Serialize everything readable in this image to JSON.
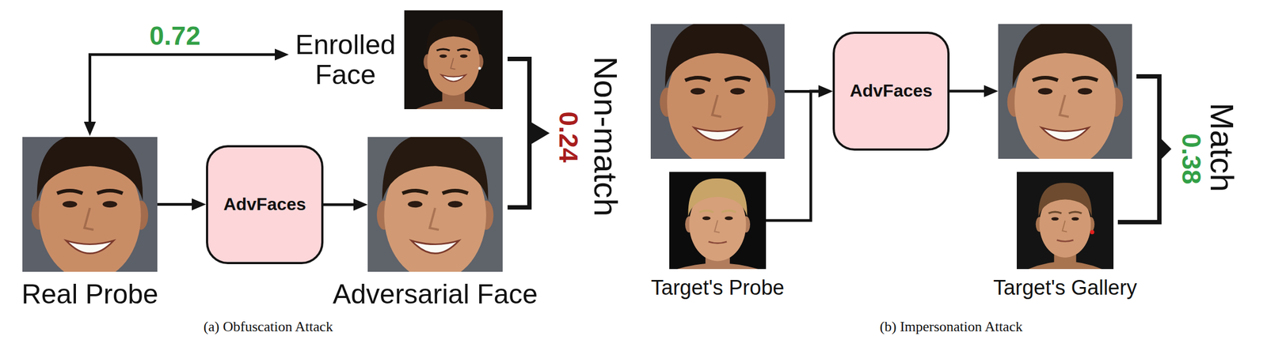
{
  "diagram": {
    "nodes": [
      {
        "text": [
          "Real Probe"
        ]
      },
      {
        "text": [
          "AdvFaces"
        ]
      },
      {
        "text": [
          "Adversarial Face"
        ]
      },
      {
        "text": [
          "Enrolled Face"
        ]
      },
      {
        "text": []
      },
      {
        "text": [
          "Target's Probe"
        ]
      },
      {
        "text": [
          "AdvFaces"
        ]
      },
      {
        "text": []
      },
      {
        "text": [
          "Target's Gallery"
        ]
      }
    ],
    "edges": [
      {
        "from": 0,
        "to": 1,
        "arrow": "to"
      },
      {
        "from": 1,
        "to": 2,
        "arrow": "to"
      },
      {
        "from": 0,
        "to": 3,
        "label": "0.72",
        "arrow": "both"
      },
      {
        "from": 4,
        "to": 6,
        "arrow": "to"
      },
      {
        "from": 5,
        "to": 6,
        "arrow": "to"
      },
      {
        "from": 6,
        "to": 7,
        "arrow": "to"
      }
    ],
    "labels": [
      "Non-match",
      "0.24",
      "Match",
      "0.38",
      "(a) Obfuscation Attack",
      "(b) Impersonation Attack"
    ]
  }
}
